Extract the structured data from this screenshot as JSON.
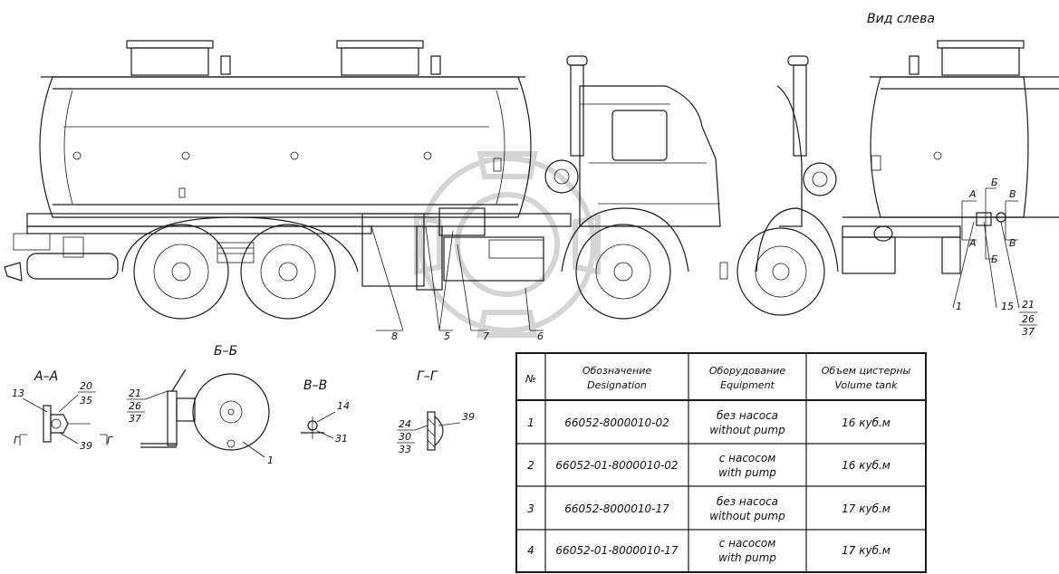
{
  "view_title": "Вид слева",
  "callouts": {
    "c1": "1",
    "c5": "5",
    "c6": "6",
    "c7": "7",
    "c8": "8",
    "c15": "15",
    "c21": "21",
    "c26": "26",
    "c37": "37",
    "secA_top": "А",
    "secA_bot": "А",
    "secB_top": "Б",
    "secB_bot": "Б",
    "secV_top": "В",
    "secV_bot": "В"
  },
  "sections": {
    "aa": {
      "title": "А–А",
      "n13": "13",
      "n20": "20",
      "n35": "35",
      "n39": "39",
      "g1": "Г",
      "g2": "Г"
    },
    "bb": {
      "title": "Б–Б",
      "n21": "21",
      "n26": "26",
      "n37": "37",
      "n1": "1"
    },
    "vv": {
      "title": "В–В",
      "n14": "14",
      "n31": "31"
    },
    "gg": {
      "title": "Г–Г",
      "n24": "24",
      "n30": "30",
      "n33": "33",
      "n39": "39"
    }
  },
  "table": {
    "headers": {
      "num": "№",
      "designation_ru": "Обозначение",
      "designation_en": "Designation",
      "equipment_ru": "Оборудование",
      "equipment_en": "Equipment",
      "volume_ru": "Объем цистерны",
      "volume_en": "Volume tank"
    },
    "rows": [
      {
        "num": "1",
        "designation": "66052-8000010-02",
        "eq_ru": "без насоса",
        "eq_en": "without pump",
        "volume": "16 куб.м"
      },
      {
        "num": "2",
        "designation": "66052-01-8000010-02",
        "eq_ru": "с насосом",
        "eq_en": "with pump",
        "volume": "16 куб.м"
      },
      {
        "num": "3",
        "designation": "66052-8000010-17",
        "eq_ru": "без насоса",
        "eq_en": "without pump",
        "volume": "17 куб.м"
      },
      {
        "num": "4",
        "designation": "66052-01-8000010-17",
        "eq_ru": "с насосом",
        "eq_en": "with pump",
        "volume": "17 куб.м"
      }
    ]
  }
}
